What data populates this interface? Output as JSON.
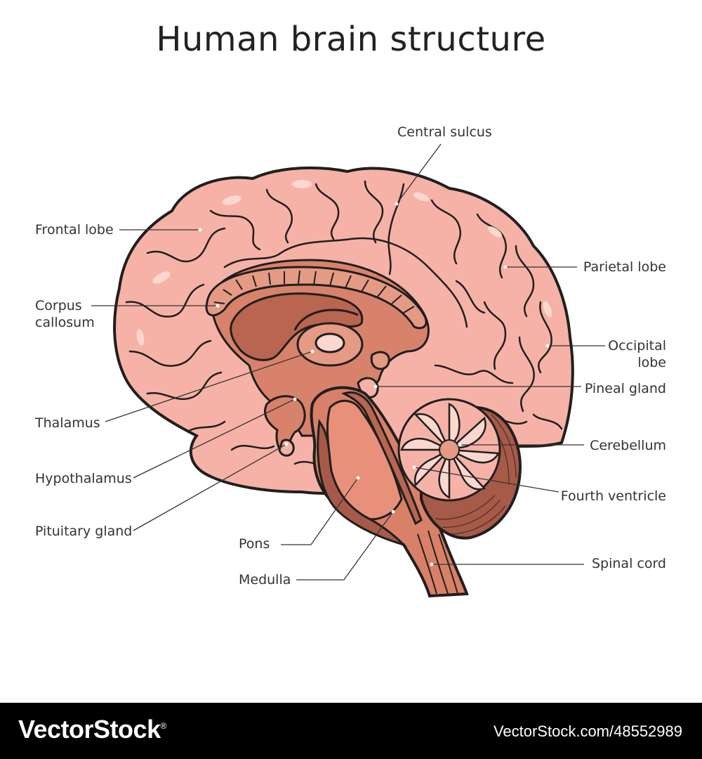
{
  "title": "Human brain structure",
  "labels": {
    "frontal_lobe": "Frontal lobe",
    "corpus_callosum_1": "Corpus",
    "corpus_callosum_2": "callosum",
    "thalamus": "Thalamus",
    "hypothalamus": "Hypothalamus",
    "pituitary_gland": "Pituitary gland",
    "central_sulcus": "Central sulcus",
    "parietal_lobe": "Parietal lobe",
    "occipital_lobe_1": "Occipital",
    "occipital_lobe_2": "lobe",
    "pineal_gland": "Pineal gland",
    "cerebellum": "Cerebellum",
    "fourth_ventricle": "Fourth ventricle",
    "pons": "Pons",
    "medulla": "Medulla",
    "spinal_cord": "Spinal cord"
  },
  "footer": {
    "brand": "VectorStock",
    "registered_mark": "®",
    "url": "VectorStock.com/48552989"
  },
  "colors": {
    "cortex": "#f6b2a6",
    "cortex_highlight": "#fbd7cf",
    "inner_brain": "#d9826b",
    "inner_dark": "#b9654f",
    "brainstem": "#e08a6f",
    "cerebellum_bark": "#a85a48",
    "outline": "#1f1f1f"
  }
}
